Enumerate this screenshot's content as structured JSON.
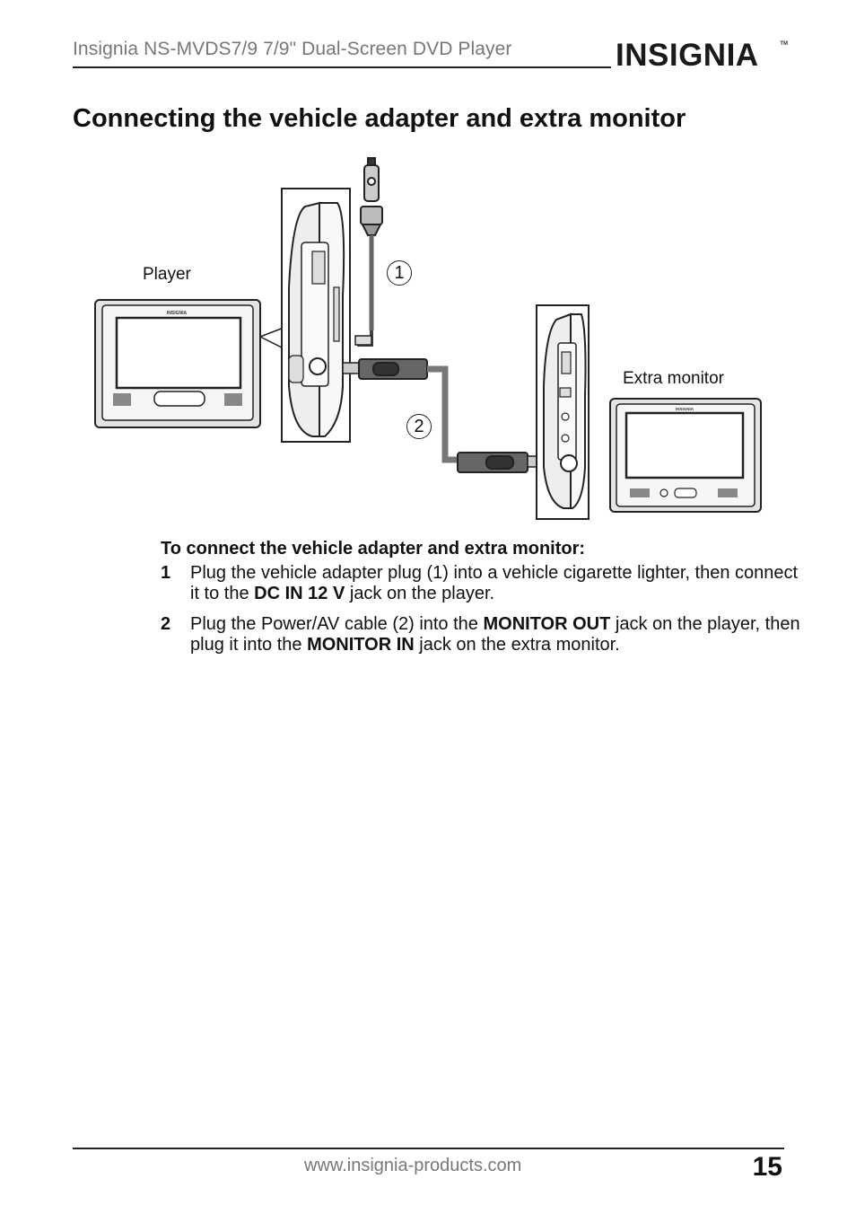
{
  "header": {
    "title": "Insignia NS-MVDS7/9 7/9\" Dual-Screen DVD Player",
    "logo_text": "INSIGNIA",
    "logo_tm": "TM"
  },
  "section": {
    "title": "Connecting the vehicle adapter and extra monitor"
  },
  "figure": {
    "label_player": "Player",
    "label_extra_monitor": "Extra monitor",
    "callout_1": "1",
    "callout_2": "2",
    "device_brand": "INSIGNIA"
  },
  "procedure": {
    "heading": "To connect the vehicle adapter and extra monitor:",
    "steps": [
      {
        "number": "1",
        "text_a": "Plug the vehicle adapter plug (1) into a vehicle cigarette lighter, then connect it to the ",
        "bold_a": "DC IN 12 V",
        "text_b": " jack on the player.",
        "bold_b": "",
        "text_c": ""
      },
      {
        "number": "2",
        "text_a": "Plug the Power/AV cable (2) into the ",
        "bold_a": "MONITOR OUT",
        "text_b": " jack on the player, then plug it into the ",
        "bold_b": "MONITOR IN",
        "text_c": " jack on the extra monitor."
      }
    ]
  },
  "footer": {
    "url": "www.insignia-products.com",
    "page_number": "15"
  }
}
